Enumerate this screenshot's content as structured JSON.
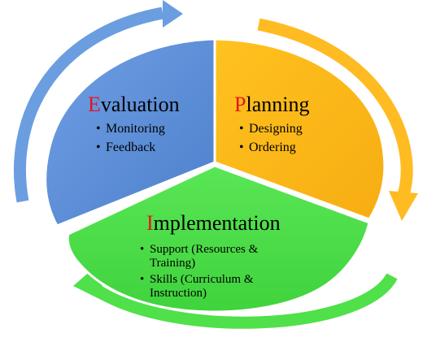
{
  "colors": {
    "evaluation": "#5b8fd8",
    "planning": "#ffb81a",
    "implementation": "#4fe04a",
    "initial_letter": "#e8141b",
    "arrow_blue": "#6a9ee0",
    "arrow_orange": "#ffbb22",
    "arrow_green": "#4fe04a"
  },
  "segments": {
    "evaluation": {
      "initial": "E",
      "rest": "valuation",
      "items": [
        "Monitoring",
        "Feedback"
      ]
    },
    "planning": {
      "initial": "P",
      "rest": "lanning",
      "items": [
        "Designing",
        "Ordering"
      ]
    },
    "implementation": {
      "initial": "I",
      "rest": "mplementation",
      "items": [
        {
          "line1": "Support (Resources &",
          "line2": "Training)"
        },
        {
          "line1": "Skills (Curriculum &",
          "line2": "Instruction)"
        }
      ]
    }
  },
  "bullet": "•",
  "icons": {
    "top_arrow": "curved-arrow-clockwise-icon",
    "right_arrow": "curved-arrow-down-icon",
    "bottom_arrow": "curved-arrow-left-icon"
  }
}
